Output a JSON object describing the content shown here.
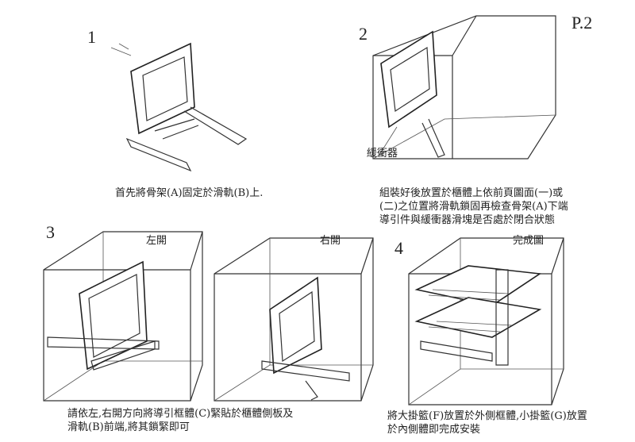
{
  "page_label": "P.2",
  "steps": [
    {
      "number": "1",
      "caption": [
        "首先將骨架(A)固定於滑軌(B)上."
      ]
    },
    {
      "number": "2",
      "callout": "緩衝器",
      "caption": [
        "組裝好後放置於櫃體上依前頁圖面(一)或",
        "(二)之位置將滑軌鎖固再檢查骨架(A)下端",
        "導引件與緩衝器滑塊是否處於閉合狀態"
      ]
    },
    {
      "number": "3",
      "views": [
        "左開",
        "右開"
      ],
      "caption": [
        "請依左,右開方向將導引框體(C)緊貼於櫃體側板及",
        "滑軌(B)前端,將其鎖緊即可"
      ]
    },
    {
      "number": "4",
      "view": "完成圖",
      "caption": [
        "將大掛籃(F)放置於外側框體,小掛籃(G)放置",
        "於內側體即完成安裝"
      ]
    }
  ]
}
